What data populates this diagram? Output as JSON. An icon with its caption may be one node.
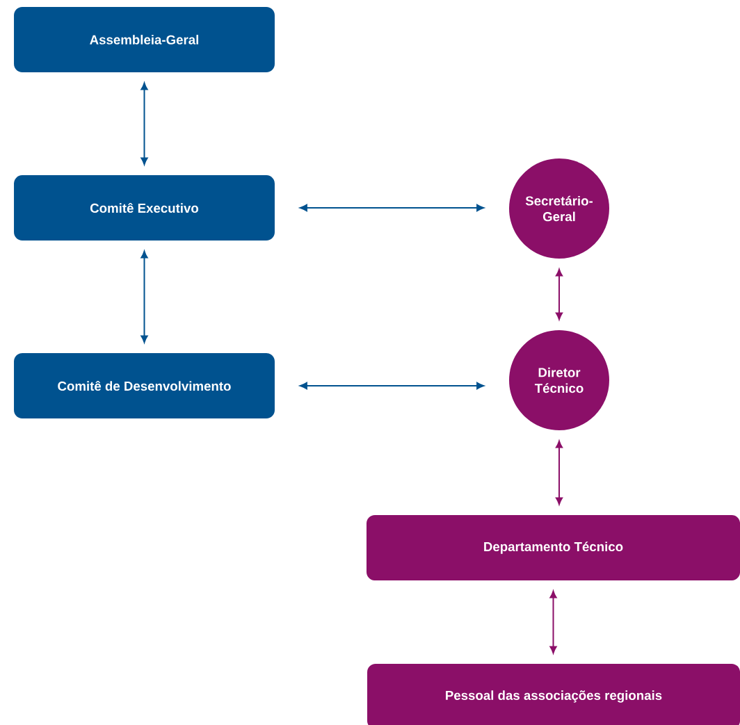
{
  "diagram": {
    "nodes": [
      {
        "text": [
          "Assembleia-Geral"
        ]
      },
      {
        "text": [
          "Comitê Executivo"
        ]
      },
      {
        "text": [
          "Comitê de Desenvolvimento"
        ]
      },
      {
        "text": [
          "Secretário-Geral"
        ]
      },
      {
        "text": [
          "Diretor Técnico"
        ]
      },
      {
        "text": [
          "Departamento Técnico"
        ]
      },
      {
        "text": [
          "Pessoal das associações regionais"
        ]
      }
    ],
    "edges": [
      {
        "from": 0,
        "to": 1,
        "arrow": "both"
      },
      {
        "from": 1,
        "to": 3,
        "arrow": "both"
      },
      {
        "from": 1,
        "to": 2,
        "arrow": "both"
      },
      {
        "from": 3,
        "to": 4,
        "arrow": "both",
        "color": "#8b0f68"
      },
      {
        "from": 2,
        "to": 4,
        "arrow": "both"
      },
      {
        "from": 4,
        "to": 5,
        "arrow": "both",
        "color": "#8b0f68"
      },
      {
        "from": 5,
        "to": 6,
        "arrow": "both",
        "color": "#8b0f68"
      }
    ]
  }
}
